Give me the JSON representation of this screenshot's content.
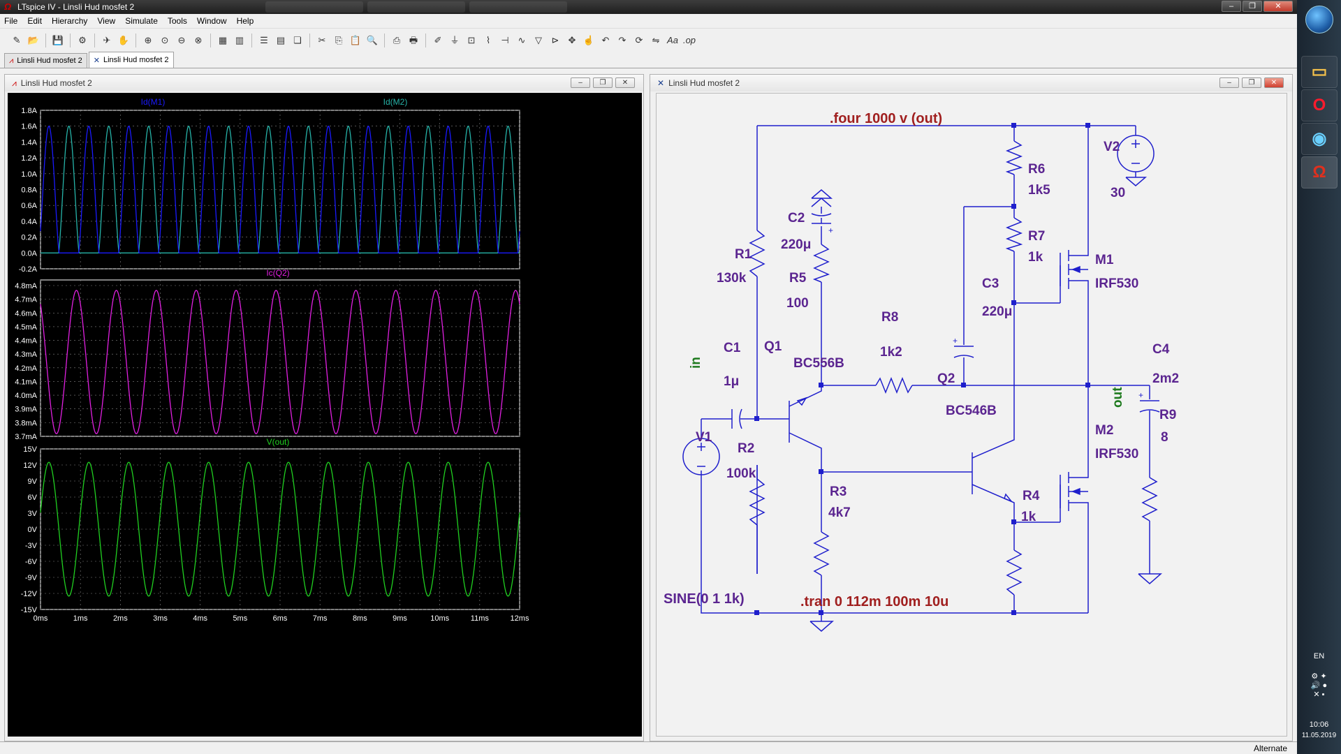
{
  "window": {
    "title": "LTspice IV - Linsli Hud mosfet 2"
  },
  "menu": [
    "File",
    "Edit",
    "Hierarchy",
    "View",
    "Simulate",
    "Tools",
    "Window",
    "Help"
  ],
  "doc_tabs": [
    {
      "label": "Linsli Hud mosfet 2",
      "icon": "waveform-icon"
    },
    {
      "label": "Linsli Hud mosfet 2",
      "icon": "schematic-icon"
    }
  ],
  "plot_window": {
    "title": "Linsli Hud mosfet 2"
  },
  "schematic_window": {
    "title": "Linsli Hud mosfet 2"
  },
  "status": {
    "right": "Alternate"
  },
  "tray": {
    "lang": "EN",
    "time": "10:06",
    "date": "11.05.2019"
  },
  "colors": {
    "id_m1": "#1a1aff",
    "id_m2": "#26b3a8",
    "ic_q2": "#e020e0",
    "v_out": "#20d020",
    "wire": "#1f1fcc",
    "schematic_text": "#5b2590",
    "directive": "#a01f1f",
    "net_label": "#1e7a1e"
  },
  "chart_data": [
    {
      "type": "line",
      "series": [
        {
          "name": "Id(M1)",
          "color": "#1a1aff"
        },
        {
          "name": "Id(M2)",
          "color": "#26b3a8"
        }
      ],
      "y_ticks": [
        "1.8A",
        "1.6A",
        "1.4A",
        "1.2A",
        "1.0A",
        "0.8A",
        "0.6A",
        "0.4A",
        "0.2A",
        "0.0A",
        "-0.2A"
      ],
      "ylim": [
        -0.2,
        1.8
      ],
      "peak": 1.6,
      "frequency_hz": 1000
    },
    {
      "type": "line",
      "series": [
        {
          "name": "Ic(Q2)",
          "color": "#e020e0"
        }
      ],
      "y_ticks": [
        "4.8mA",
        "4.7mA",
        "4.6mA",
        "4.5mA",
        "4.4mA",
        "4.3mA",
        "4.2mA",
        "4.1mA",
        "4.0mA",
        "3.9mA",
        "3.8mA",
        "3.7mA"
      ],
      "ylim": [
        3.7,
        4.9
      ],
      "min": 3.72,
      "max": 4.82,
      "frequency_hz": 1000
    },
    {
      "type": "line",
      "series": [
        {
          "name": "V(out)",
          "color": "#20d020"
        }
      ],
      "y_ticks": [
        "15V",
        "12V",
        "9V",
        "6V",
        "3V",
        "0V",
        "-3V",
        "-6V",
        "-9V",
        "-12V",
        "-15V"
      ],
      "ylim": [
        -15,
        15
      ],
      "amplitude": 12.5,
      "frequency_hz": 1000
    }
  ],
  "x_axis": {
    "ticks": [
      "0ms",
      "1ms",
      "2ms",
      "3ms",
      "4ms",
      "5ms",
      "6ms",
      "7ms",
      "8ms",
      "9ms",
      "10ms",
      "11ms",
      "12ms"
    ],
    "xlim": [
      0,
      12
    ]
  },
  "schematic": {
    "directive_four": ".four 1000 v (out)",
    "directive_tran": ".tran 0 112m 100m 10u",
    "source_spec": "SINE(0 1 1k)",
    "labels": {
      "V2": "V2",
      "V2_val": "30",
      "R6": "R6",
      "R6_val": "1k5",
      "R7": "R7",
      "R7_val": "1k",
      "C2": "C2",
      "C2_val": "220μ",
      "R1": "R1",
      "R1_val": "130k",
      "R5": "R5",
      "R5_val": "100",
      "C3": "C3",
      "C3_val": "220μ",
      "M1": "M1",
      "M1_val": "IRF530",
      "R8": "R8",
      "R8_val": "1k2",
      "C1": "C1",
      "C1_val": "1μ",
      "Q1": "Q1",
      "Q1_val": "BC556B",
      "C4": "C4",
      "C4_val": "2m2",
      "Q2": "Q2",
      "Q2_val": "BC546B",
      "V1": "V1",
      "R2": "R2",
      "R2_val": "100k",
      "M2": "M2",
      "M2_val": "IRF530",
      "R9": "R9",
      "R9_val": "8",
      "R3": "R3",
      "R3_val": "4k7",
      "R4": "R4",
      "R4_val": "1k",
      "net_in": "in",
      "net_out": "out"
    }
  }
}
